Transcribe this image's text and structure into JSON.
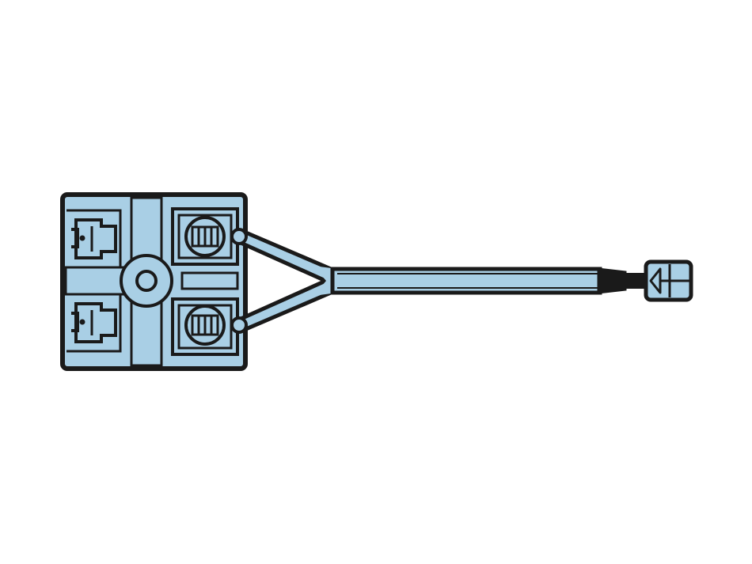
{
  "illustration": {
    "subject": "phone-line-splitter-icon",
    "colors": {
      "background": "#ffffff",
      "fill": "#a9cfe5",
      "outline": "#1a1a1a",
      "inner_line": "#1a1a1a"
    },
    "parts": {
      "block": "splitter-block",
      "left_jacks": 2,
      "right_jacks": 2,
      "cable": "single-output-cable",
      "plug": "modular-plug"
    }
  }
}
